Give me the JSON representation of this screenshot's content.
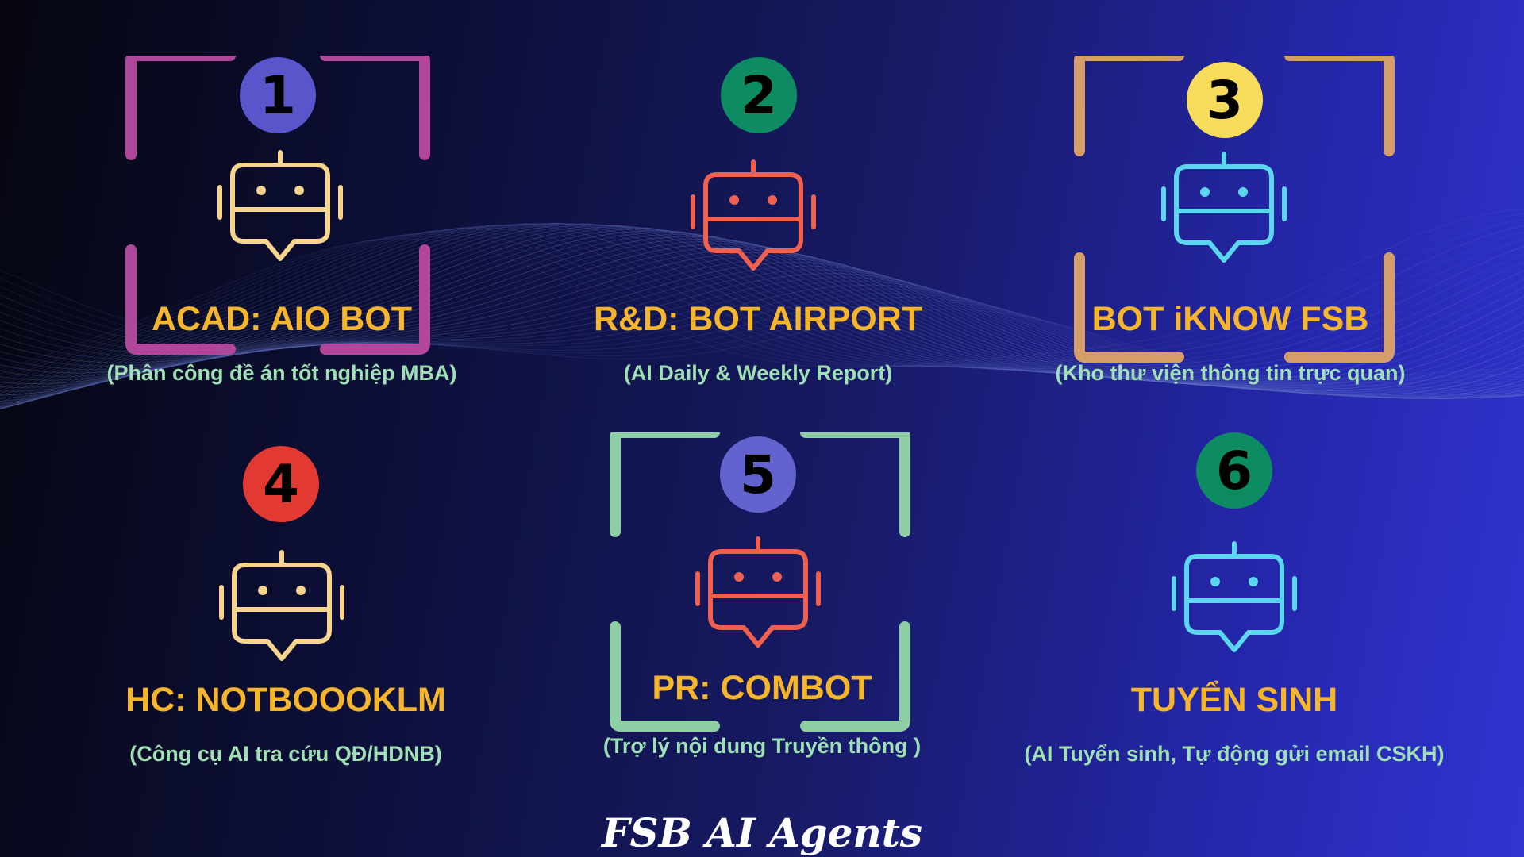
{
  "brand": "FSB AI Agents",
  "colors": {
    "title": "#f6b52a",
    "subtitle": "#9fe0b4",
    "frame_1": "#b0479a",
    "frame_3": "#d49d6a",
    "frame_5": "#8fcfa6"
  },
  "agents": [
    {
      "number": "1",
      "badge_color": "#5b55cc",
      "bot_color": "#f7d58f",
      "icon": "robot-chat-icon",
      "title": "ACAD: AIO BOT",
      "subtitle": "(Phân công đề án tốt nghiệp MBA)"
    },
    {
      "number": "2",
      "badge_color": "#0d8b63",
      "bot_color": "#f0604f",
      "icon": "robot-chat-icon",
      "title": "R&D: BOT AIRPORT",
      "subtitle": "(AI Daily & Weekly Report)"
    },
    {
      "number": "3",
      "badge_color": "#f6dc5a",
      "bot_color": "#5ad6ee",
      "icon": "robot-chat-icon",
      "title": "BOT iKNOW FSB",
      "subtitle": "(Kho thư viện thông tin trực quan)"
    },
    {
      "number": "4",
      "badge_color": "#e23a33",
      "bot_color": "#f7d58f",
      "icon": "robot-chat-icon",
      "title": "HC: NOTBOOOKLM",
      "subtitle": "(Công cụ AI tra cứu QĐ/HDNB)"
    },
    {
      "number": "5",
      "badge_color": "#6263cf",
      "bot_color": "#f0604f",
      "icon": "robot-chat-icon",
      "title": "PR: COMBOT",
      "subtitle": "(Trợ lý nội dung Truyền thông )"
    },
    {
      "number": "6",
      "badge_color": "#0d8b63",
      "bot_color": "#5ad6ee",
      "icon": "robot-chat-icon",
      "title": "TUYỂN SINH",
      "subtitle": "(AI Tuyển sinh, Tự động gửi email CSKH)"
    }
  ]
}
